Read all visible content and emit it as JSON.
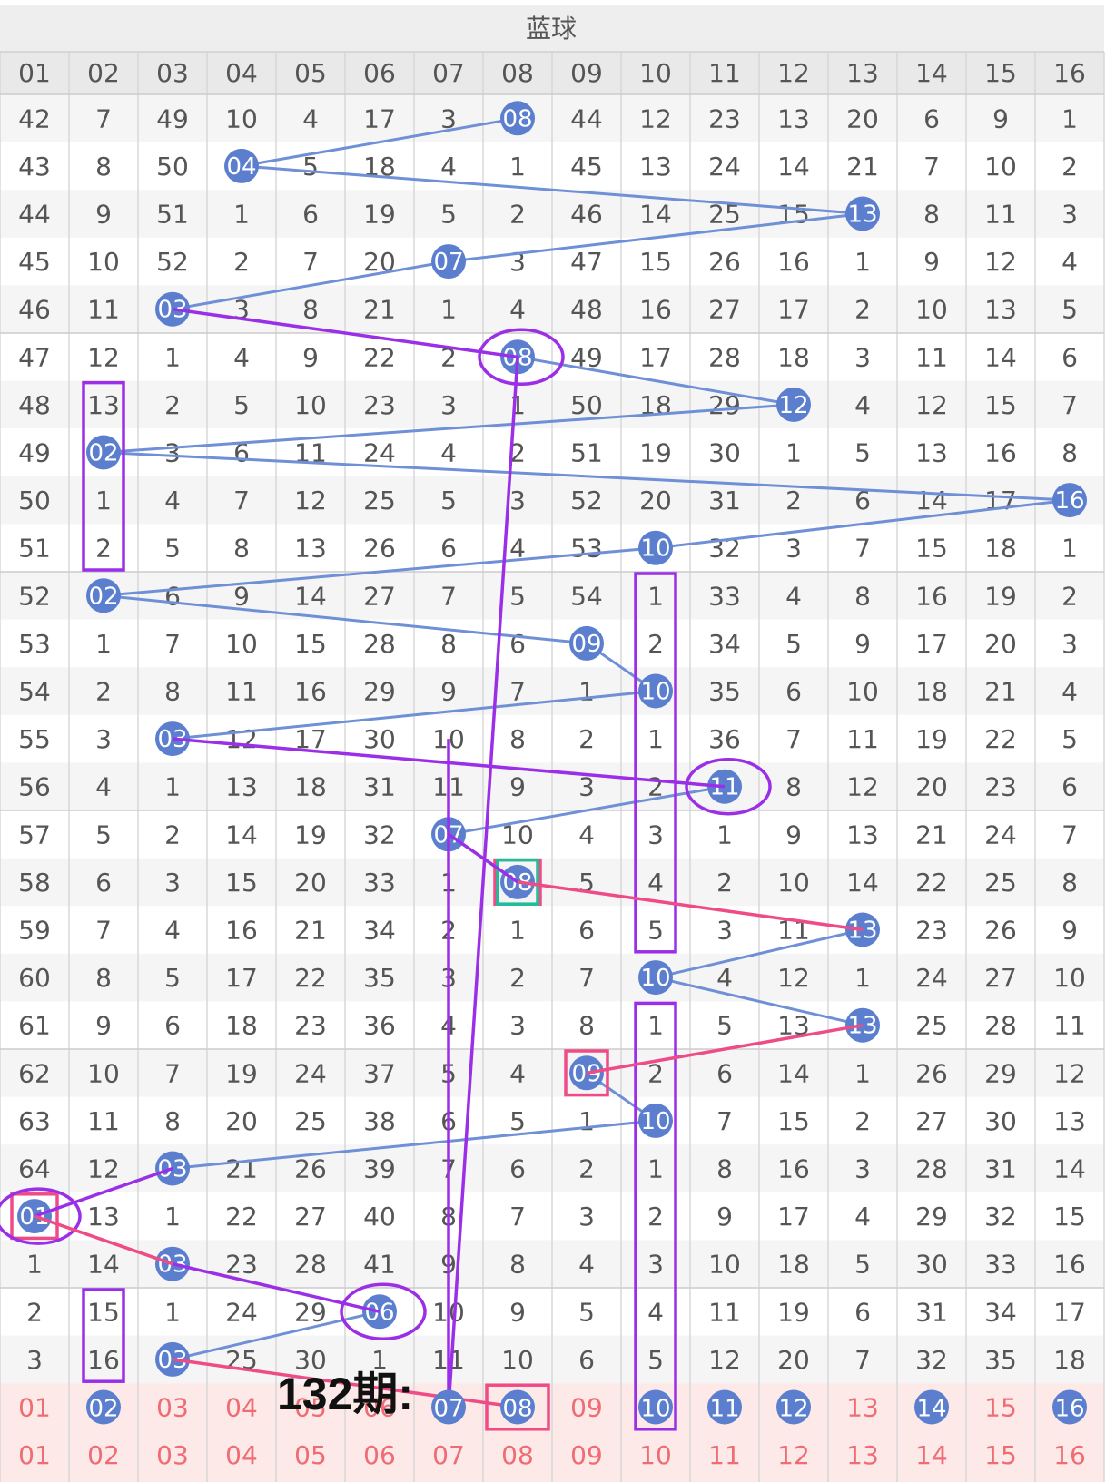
{
  "chart_data": {
    "type": "table",
    "title": "蓝球",
    "columns": [
      "01",
      "02",
      "03",
      "04",
      "05",
      "06",
      "07",
      "08",
      "09",
      "10",
      "11",
      "12",
      "13",
      "14",
      "15",
      "16"
    ],
    "rows": [
      {
        "values": [
          "42",
          "7",
          "49",
          "10",
          "4",
          "17",
          "3",
          "08",
          "44",
          "12",
          "23",
          "13",
          "20",
          "6",
          "9",
          "1"
        ],
        "hit": 8
      },
      {
        "values": [
          "43",
          "8",
          "50",
          "04",
          "5",
          "18",
          "4",
          "1",
          "45",
          "13",
          "24",
          "14",
          "21",
          "7",
          "10",
          "2"
        ],
        "hit": 4
      },
      {
        "values": [
          "44",
          "9",
          "51",
          "1",
          "6",
          "19",
          "5",
          "2",
          "46",
          "14",
          "25",
          "15",
          "13",
          "8",
          "11",
          "3"
        ],
        "hit": 13
      },
      {
        "values": [
          "45",
          "10",
          "52",
          "2",
          "7",
          "20",
          "07",
          "3",
          "47",
          "15",
          "26",
          "16",
          "1",
          "9",
          "12",
          "4"
        ],
        "hit": 7
      },
      {
        "values": [
          "46",
          "11",
          "03",
          "3",
          "8",
          "21",
          "1",
          "4",
          "48",
          "16",
          "27",
          "17",
          "2",
          "10",
          "13",
          "5"
        ],
        "hit": 3
      },
      {
        "values": [
          "47",
          "12",
          "1",
          "4",
          "9",
          "22",
          "2",
          "08",
          "49",
          "17",
          "28",
          "18",
          "3",
          "11",
          "14",
          "6"
        ],
        "hit": 8
      },
      {
        "values": [
          "48",
          "13",
          "2",
          "5",
          "10",
          "23",
          "3",
          "1",
          "50",
          "18",
          "29",
          "12",
          "4",
          "12",
          "15",
          "7"
        ],
        "hit": 12
      },
      {
        "values": [
          "49",
          "02",
          "3",
          "6",
          "11",
          "24",
          "4",
          "2",
          "51",
          "19",
          "30",
          "1",
          "5",
          "13",
          "16",
          "8"
        ],
        "hit": 2
      },
      {
        "values": [
          "50",
          "1",
          "4",
          "7",
          "12",
          "25",
          "5",
          "3",
          "52",
          "20",
          "31",
          "2",
          "6",
          "14",
          "17",
          "16"
        ],
        "hit": 16
      },
      {
        "values": [
          "51",
          "2",
          "5",
          "8",
          "13",
          "26",
          "6",
          "4",
          "53",
          "10",
          "32",
          "3",
          "7",
          "15",
          "18",
          "1"
        ],
        "hit": 10
      },
      {
        "values": [
          "52",
          "02",
          "6",
          "9",
          "14",
          "27",
          "7",
          "5",
          "54",
          "1",
          "33",
          "4",
          "8",
          "16",
          "19",
          "2"
        ],
        "hit": 2
      },
      {
        "values": [
          "53",
          "1",
          "7",
          "10",
          "15",
          "28",
          "8",
          "6",
          "09",
          "2",
          "34",
          "5",
          "9",
          "17",
          "20",
          "3"
        ],
        "hit": 9
      },
      {
        "values": [
          "54",
          "2",
          "8",
          "11",
          "16",
          "29",
          "9",
          "7",
          "1",
          "10",
          "35",
          "6",
          "10",
          "18",
          "21",
          "4"
        ],
        "hit": 10
      },
      {
        "values": [
          "55",
          "3",
          "03",
          "12",
          "17",
          "30",
          "10",
          "8",
          "2",
          "1",
          "36",
          "7",
          "11",
          "19",
          "22",
          "5"
        ],
        "hit": 3
      },
      {
        "values": [
          "56",
          "4",
          "1",
          "13",
          "18",
          "31",
          "11",
          "9",
          "3",
          "2",
          "11",
          "8",
          "12",
          "20",
          "23",
          "6"
        ],
        "hit": 11
      },
      {
        "values": [
          "57",
          "5",
          "2",
          "14",
          "19",
          "32",
          "07",
          "10",
          "4",
          "3",
          "1",
          "9",
          "13",
          "21",
          "24",
          "7"
        ],
        "hit": 7
      },
      {
        "values": [
          "58",
          "6",
          "3",
          "15",
          "20",
          "33",
          "1",
          "08",
          "5",
          "4",
          "2",
          "10",
          "14",
          "22",
          "25",
          "8"
        ],
        "hit": 8
      },
      {
        "values": [
          "59",
          "7",
          "4",
          "16",
          "21",
          "34",
          "2",
          "1",
          "6",
          "5",
          "3",
          "11",
          "13",
          "23",
          "26",
          "9"
        ],
        "hit": 13
      },
      {
        "values": [
          "60",
          "8",
          "5",
          "17",
          "22",
          "35",
          "3",
          "2",
          "7",
          "10",
          "4",
          "12",
          "1",
          "24",
          "27",
          "10"
        ],
        "hit": 10
      },
      {
        "values": [
          "61",
          "9",
          "6",
          "18",
          "23",
          "36",
          "4",
          "3",
          "8",
          "1",
          "5",
          "13",
          "13",
          "25",
          "28",
          "11"
        ],
        "hit": 13
      },
      {
        "values": [
          "62",
          "10",
          "7",
          "19",
          "24",
          "37",
          "5",
          "4",
          "09",
          "2",
          "6",
          "14",
          "1",
          "26",
          "29",
          "12"
        ],
        "hit": 9
      },
      {
        "values": [
          "63",
          "11",
          "8",
          "20",
          "25",
          "38",
          "6",
          "5",
          "1",
          "10",
          "7",
          "15",
          "2",
          "27",
          "30",
          "13"
        ],
        "hit": 10
      },
      {
        "values": [
          "64",
          "12",
          "03",
          "21",
          "26",
          "39",
          "7",
          "6",
          "2",
          "1",
          "8",
          "16",
          "3",
          "28",
          "31",
          "14"
        ],
        "hit": 3
      },
      {
        "values": [
          "01",
          "13",
          "1",
          "22",
          "27",
          "40",
          "8",
          "7",
          "3",
          "2",
          "9",
          "17",
          "4",
          "29",
          "32",
          "15"
        ],
        "hit": 1
      },
      {
        "values": [
          "1",
          "14",
          "03",
          "23",
          "28",
          "41",
          "9",
          "8",
          "4",
          "3",
          "10",
          "18",
          "5",
          "30",
          "33",
          "16"
        ],
        "hit": 3
      },
      {
        "values": [
          "2",
          "15",
          "1",
          "24",
          "29",
          "06",
          "10",
          "9",
          "5",
          "4",
          "11",
          "19",
          "6",
          "31",
          "34",
          "17"
        ],
        "hit": 6
      },
      {
        "values": [
          "3",
          "16",
          "03",
          "25",
          "30",
          "1",
          "11",
          "10",
          "6",
          "5",
          "12",
          "20",
          "7",
          "32",
          "35",
          "18"
        ],
        "hit": 3
      }
    ],
    "prediction_row": {
      "values": [
        "01",
        "02",
        "03",
        "04",
        "05",
        "06",
        "07",
        "08",
        "09",
        "10",
        "11",
        "12",
        "13",
        "14",
        "15",
        "16"
      ],
      "selected": [
        2,
        7,
        8,
        10,
        11,
        12,
        14,
        16
      ]
    },
    "footer_row": [
      "01",
      "02",
      "03",
      "04",
      "05",
      "06",
      "07",
      "08",
      "09",
      "10",
      "11",
      "12",
      "13",
      "14",
      "15",
      "16"
    ],
    "annotation": "132期:"
  },
  "colors": {
    "ball": "#5b7fce",
    "trend_line": "#6f8fd6",
    "purple": "#9b2fe8",
    "pink": "#ef4b86",
    "green": "#1dbf9a",
    "header_bg": "#eeeeee",
    "stripe_bg": "#f5f5f5",
    "red_text": "#f06c75",
    "red_row_bg": "#fdeae8"
  }
}
